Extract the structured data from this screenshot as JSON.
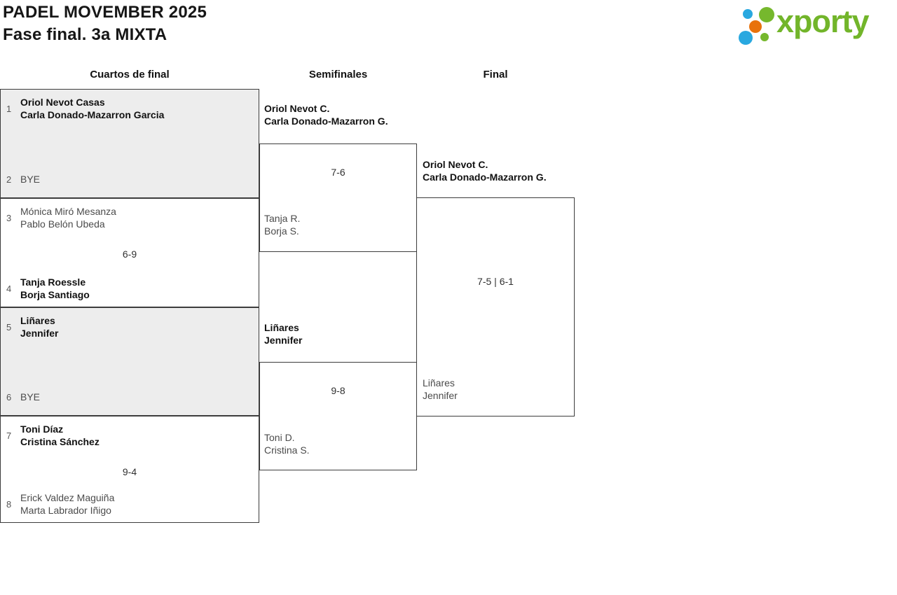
{
  "header": {
    "title_line1": "PADEL MOVEMBER 2025",
    "title_line2": "Fase final. 3a MIXTA"
  },
  "logo": {
    "text": "xporty",
    "colors": {
      "green": "#72b52a",
      "dot_green": "#76b82d",
      "dot_blue": "#29a8e0",
      "dot_orange": "#e8720c"
    }
  },
  "round_headers": {
    "quarterfinals": "Cuartos de final",
    "semifinals": "Semifinales",
    "final": "Final"
  },
  "bracket": {
    "quarterfinals": [
      {
        "seed_top": "1",
        "team_top": [
          "Oriol Nevot Casas",
          "Carla Donado-Mazarron Garcia"
        ],
        "seed_bottom": "2",
        "team_bottom": [
          "BYE"
        ],
        "score": ""
      },
      {
        "seed_top": "3",
        "team_top": [
          "Mónica Miró Mesanza",
          "Pablo Belón Ubeda"
        ],
        "seed_bottom": "4",
        "team_bottom": [
          "Tanja Roessle",
          "Borja Santiago"
        ],
        "score": "6-9"
      },
      {
        "seed_top": "5",
        "team_top": [
          "Liñares",
          "Jennifer"
        ],
        "seed_bottom": "6",
        "team_bottom": [
          "BYE"
        ],
        "score": ""
      },
      {
        "seed_top": "7",
        "team_top": [
          "Toni Díaz",
          "Cristina Sánchez"
        ],
        "seed_bottom": "8",
        "team_bottom": [
          "Erick Valdez Maguiña",
          "Marta Labrador Iñigo"
        ],
        "score": "9-4"
      }
    ],
    "semifinals": [
      {
        "team_top": [
          "Oriol Nevot C.",
          "Carla Donado-Mazarron G."
        ],
        "team_bottom": [
          "Tanja R.",
          "Borja S."
        ],
        "score": "7-6"
      },
      {
        "team_top": [
          "Liñares",
          "Jennifer"
        ],
        "team_bottom": [
          "Toni D.",
          "Cristina S."
        ],
        "score": "9-8"
      }
    ],
    "final": {
      "team_top": [
        "Oriol Nevot C.",
        "Carla Donado-Mazarron G."
      ],
      "team_bottom": [
        "Liñares",
        "Jennifer"
      ],
      "score": "7-5 | 6-1"
    }
  }
}
